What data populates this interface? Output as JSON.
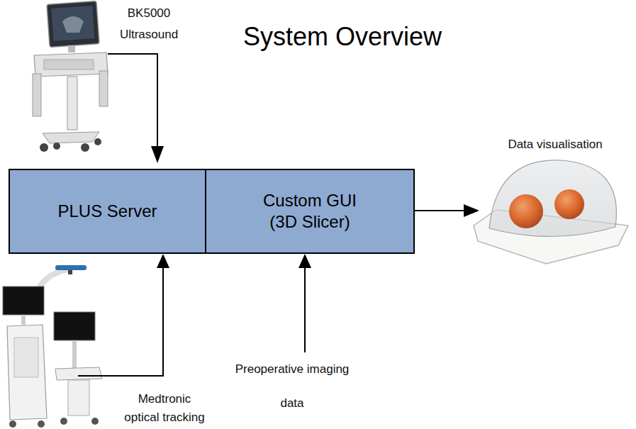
{
  "diagram": {
    "title": "System Overview",
    "nodes": [
      {
        "text": [
          "PLUS Server"
        ]
      },
      {
        "text": [
          "Custom GUI (3D Slicer)"
        ]
      }
    ],
    "labels": [
      "BK5000 Ultrasound",
      "Data visualisation",
      "Preoperative imaging data",
      "Medtronic optical tracking"
    ]
  }
}
